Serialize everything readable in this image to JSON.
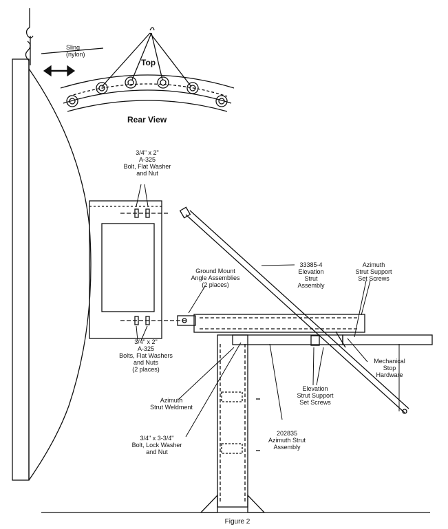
{
  "top_view": {
    "sling": [
      "Sling",
      "(nylon)"
    ],
    "top": "Top",
    "rear_view": "Rear View"
  },
  "labels": {
    "bolt_top": [
      "3/4\" x 2\"",
      "A-325",
      "Bolt, Flat Washer",
      "and Nut"
    ],
    "bolt_bottom": [
      "3/4\" x 2\"",
      "A-325",
      "Bolts, Flat Washers",
      "and Nuts",
      "(2 places)"
    ],
    "ground_mount": [
      "Ground Mount",
      "Angle Assemblies",
      "(2 places)"
    ],
    "elevation_strut": [
      "33385-4",
      "Elevation",
      "Strut",
      "Assembly"
    ],
    "azimuth_support": [
      "Azimuth",
      "Strut Support",
      "Set Screws"
    ],
    "mechanical_stop": [
      "Mechanical",
      "Stop",
      "Hardware"
    ],
    "elevation_support": [
      "Elevation",
      "Strut Support",
      "Set Screws"
    ],
    "azimuth_weldment": [
      "Azimuth",
      "Strut Weldment"
    ],
    "lock_bolt": [
      "3/4\" x 3-3/4\"",
      "Bolt, Lock Washer",
      "and Nut"
    ],
    "azimuth_assembly": [
      "202835",
      "Azimuth Strut",
      "Assembly"
    ]
  },
  "caption": "Figure 2"
}
